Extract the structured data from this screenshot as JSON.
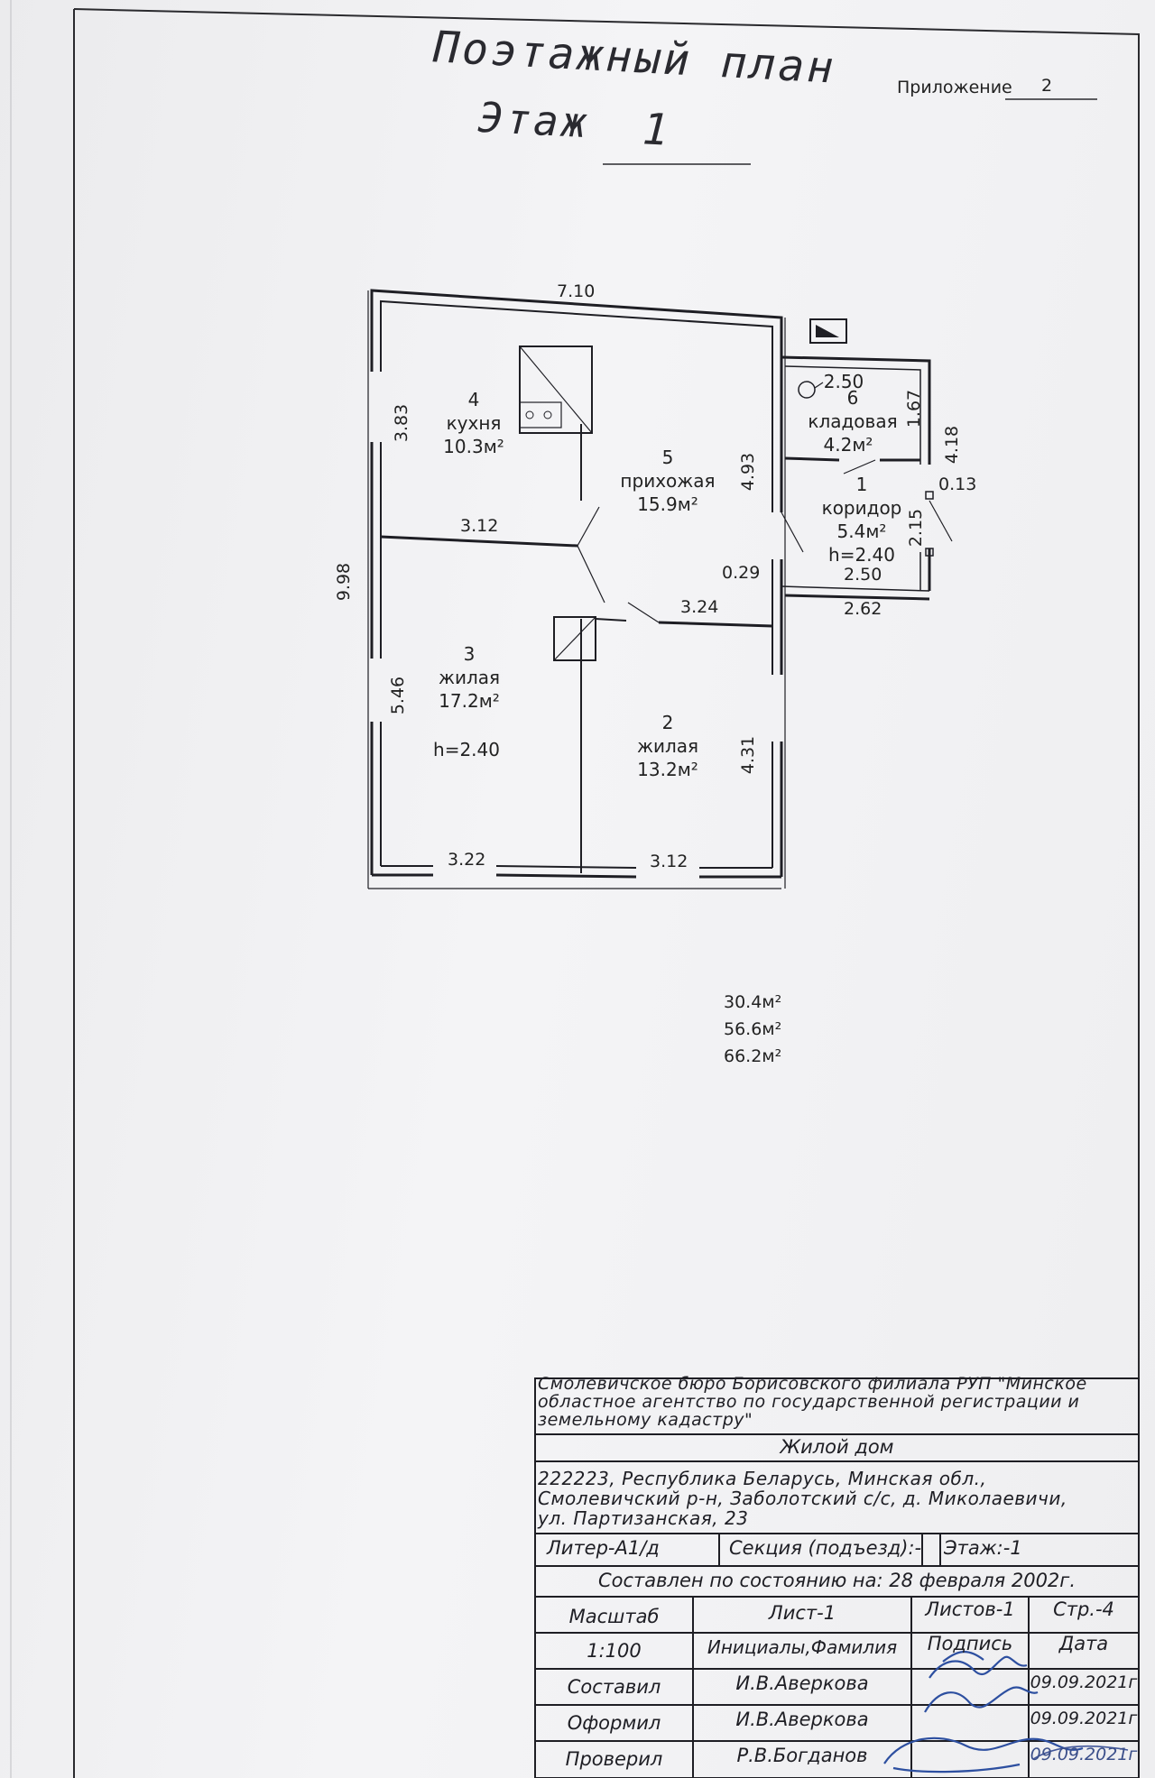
{
  "header": {
    "title_line1": "Поэтажный план",
    "floor_label": "Этаж",
    "floor_value": "1",
    "appendix_label": "Приложение",
    "appendix_value": "2"
  },
  "plan": {
    "rooms": [
      {
        "number": "4",
        "name": "кухня",
        "area": "10.3м²"
      },
      {
        "number": "5",
        "name": "прихожая",
        "area": "15.9м²"
      },
      {
        "number": "6",
        "name": "кладовая",
        "area": "4.2м²",
        "dim": "2.50"
      },
      {
        "number": "1",
        "name": "коридор",
        "area": "5.4м²",
        "height": "h=2.40"
      },
      {
        "number": "3",
        "name": "жилая",
        "area": "17.2м²",
        "height": "h=2.40"
      },
      {
        "number": "2",
        "name": "жилая",
        "area": "13.2м²"
      }
    ],
    "dimensions": {
      "top": "7.10",
      "left_total": "9.98",
      "kitchen_left": "3.83",
      "kitchen_bottom": "3.12",
      "living3_left": "5.46",
      "bottom_left": "3.22",
      "bottom_right": "3.12",
      "hall_right": "4.93",
      "living2_right": "4.31",
      "hall_partition": "3.24",
      "storage_right": "1.67",
      "annex_right": "4.18",
      "annex_thickness": "0.13",
      "corridor_right": "2.15",
      "wall_gap": "0.29",
      "corridor_bottom_in": "2.50",
      "corridor_bottom_out": "2.62"
    }
  },
  "totals": [
    "30.4м²",
    "56.6м²",
    "66.2м²"
  ],
  "stamp": {
    "organization": "Смолевичское бюро Борисовского филиала РУП \"Минское областное агентство по государственной регистрации и земельному кадастру\"",
    "org_line1": "Смолевичское бюро Борисовского филиала РУП \"Минское",
    "org_line2": "областное агентство по государственной регистрации и",
    "org_line3": "земельному кадастру\"",
    "object": "Жилой дом",
    "address_line1": "222223, Республика Беларусь, Минская обл.,",
    "address_line2": "Смолевичский р-н, Заболотский с/с, д. Миколаевичи,",
    "address_line3": "ул. Партизанская, 23",
    "liter": "Литер-А1/д",
    "section": "Секция (подъезд):-",
    "floor": "Этаж:-1",
    "compiled_state": "Составлен по состоянию на: 28 февраля 2002г.",
    "scale_label": "Масштаб",
    "scale_value": "1:100",
    "sheet": "Лист-1",
    "sheets": "Листов-1",
    "page": "Стр.-4",
    "col_initials": "Инициалы,Фамилия",
    "col_signature": "Подпись",
    "col_date": "Дата",
    "rows": [
      {
        "role": "Составил",
        "name": "И.В.Аверкова",
        "date": "09.09.2021г"
      },
      {
        "role": "Оформил",
        "name": "И.В.Аверкова",
        "date": "09.09.2021г"
      },
      {
        "role": "Проверил",
        "name": "Р.В.Богданов",
        "date": "09.09.2021г"
      }
    ]
  },
  "colors": {
    "paper": "#f1f1f3",
    "ink": "#1e1e24",
    "signature": "#2d4fa0"
  }
}
